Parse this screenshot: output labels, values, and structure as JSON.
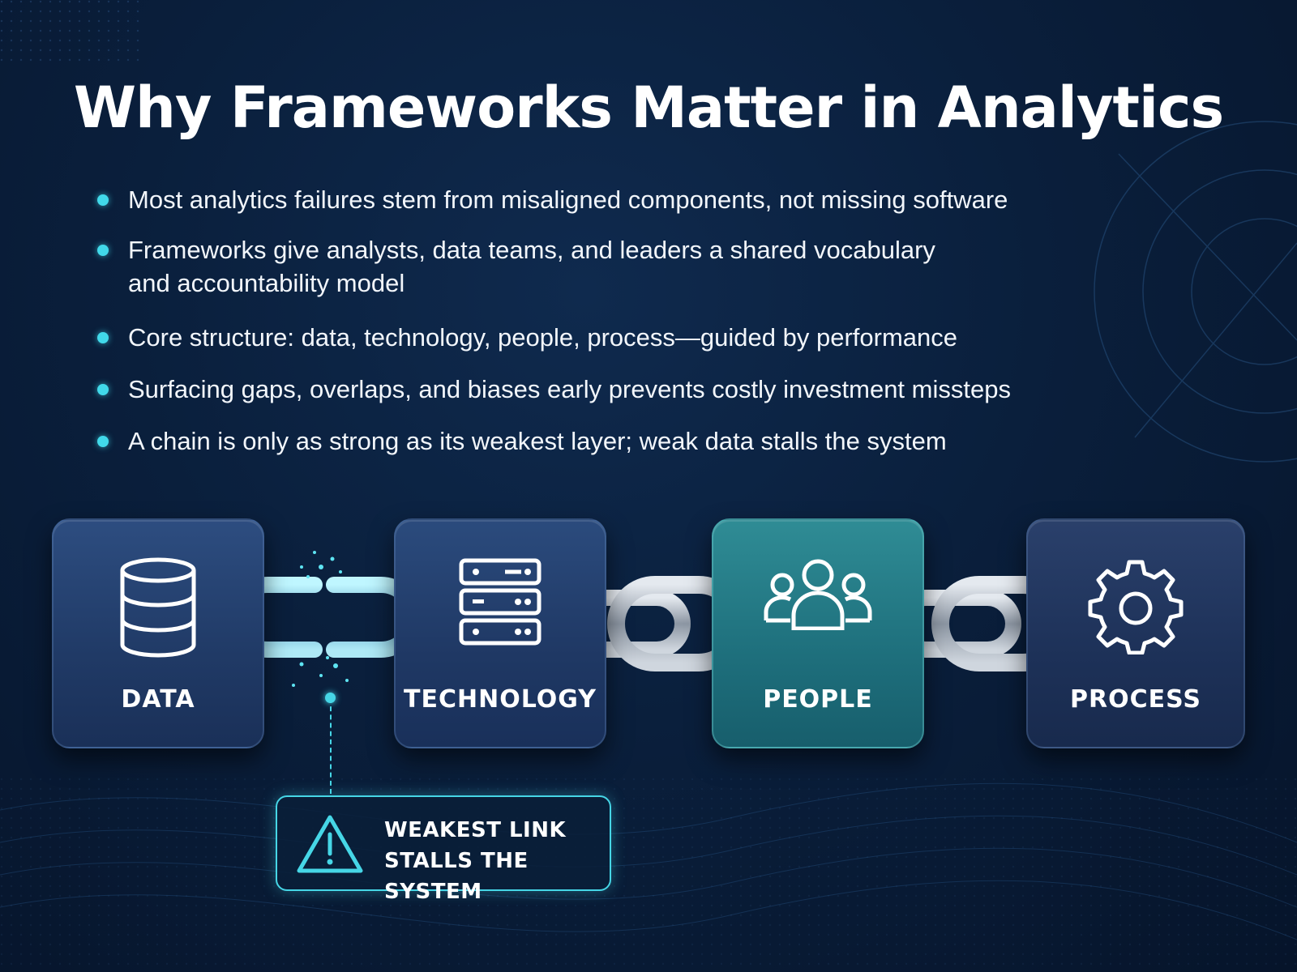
{
  "title": "Why Frameworks Matter in Analytics",
  "bullets": [
    [
      "Most analytics failures stem from misaligned components, not missing software"
    ],
    [
      "Frameworks give analysts, data teams, and leaders a shared vocabulary",
      "and accountability model"
    ],
    [
      "Core structure: data, technology, people, process—guided by performance"
    ],
    [
      "Surfacing gaps, overlaps, and biases early prevents costly investment missteps"
    ],
    [
      "A chain is only as strong as its weakest layer; weak data stalls the system"
    ]
  ],
  "cards": [
    {
      "label": "DATA",
      "icon": "database-icon"
    },
    {
      "label": "TECHNOLOGY",
      "icon": "server-icon"
    },
    {
      "label": "PEOPLE",
      "icon": "people-icon"
    },
    {
      "label": "PROCESS",
      "icon": "gear-icon"
    }
  ],
  "callout": {
    "lines": [
      "WEAKEST LINK",
      "STALLS THE SYSTEM"
    ],
    "icon": "warning-icon"
  },
  "colors": {
    "background": "#0a1f3c",
    "accent": "#46d6e6",
    "card_blue": "#203a66",
    "card_teal": "#1e6f7c",
    "chain_steel": "#b8c0ca"
  }
}
